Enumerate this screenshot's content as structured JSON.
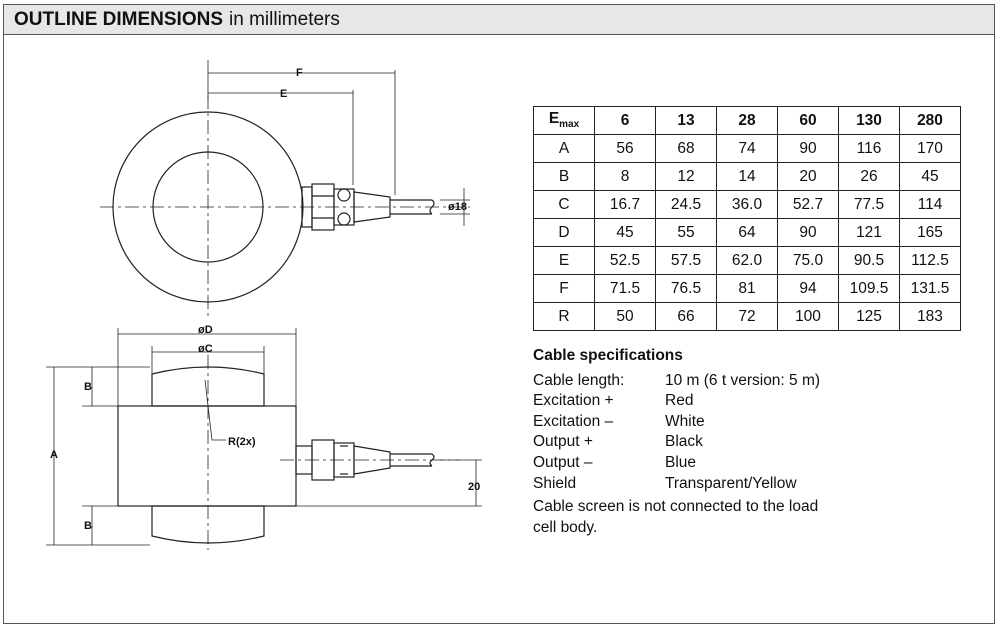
{
  "header": {
    "title_bold": "OUTLINE DIMENSIONS",
    "title_rest": "in millimeters"
  },
  "drawing_labels": {
    "F": "F",
    "E": "E",
    "dia18": "ø18",
    "D": "øD",
    "C": "øC",
    "A": "A",
    "B_top": "B",
    "B_bottom": "B",
    "R": "R(2x)",
    "twenty": "20"
  },
  "table": {
    "header_label": "E",
    "header_sub": "max",
    "capacities": [
      "6",
      "13",
      "28",
      "60",
      "130",
      "280"
    ],
    "rows": [
      {
        "label": "A",
        "values": [
          "56",
          "68",
          "74",
          "90",
          "116",
          "170"
        ]
      },
      {
        "label": "B",
        "values": [
          "8",
          "12",
          "14",
          "20",
          "26",
          "45"
        ]
      },
      {
        "label": "C",
        "values": [
          "16.7",
          "24.5",
          "36.0",
          "52.7",
          "77.5",
          "114"
        ]
      },
      {
        "label": "D",
        "values": [
          "45",
          "55",
          "64",
          "90",
          "121",
          "165"
        ]
      },
      {
        "label": "E",
        "values": [
          "52.5",
          "57.5",
          "62.0",
          "75.0",
          "90.5",
          "112.5"
        ]
      },
      {
        "label": "F",
        "values": [
          "71.5",
          "76.5",
          "81",
          "94",
          "109.5",
          "131.5"
        ]
      },
      {
        "label": "R",
        "values": [
          "50",
          "66",
          "72",
          "100",
          "125",
          "183"
        ]
      }
    ]
  },
  "cable": {
    "title": "Cable specifications",
    "specs": [
      {
        "key": "Cable length:",
        "value": "10 m (6 t version: 5 m)"
      },
      {
        "key": "Excitation +",
        "value": "Red"
      },
      {
        "key": "Excitation –",
        "value": "White"
      },
      {
        "key": "Output +",
        "value": "Black"
      },
      {
        "key": "Output –",
        "value": "Blue"
      },
      {
        "key": "Shield",
        "value": "Transparent/Yellow"
      }
    ],
    "note": "Cable screen is not connected to the load cell body."
  }
}
